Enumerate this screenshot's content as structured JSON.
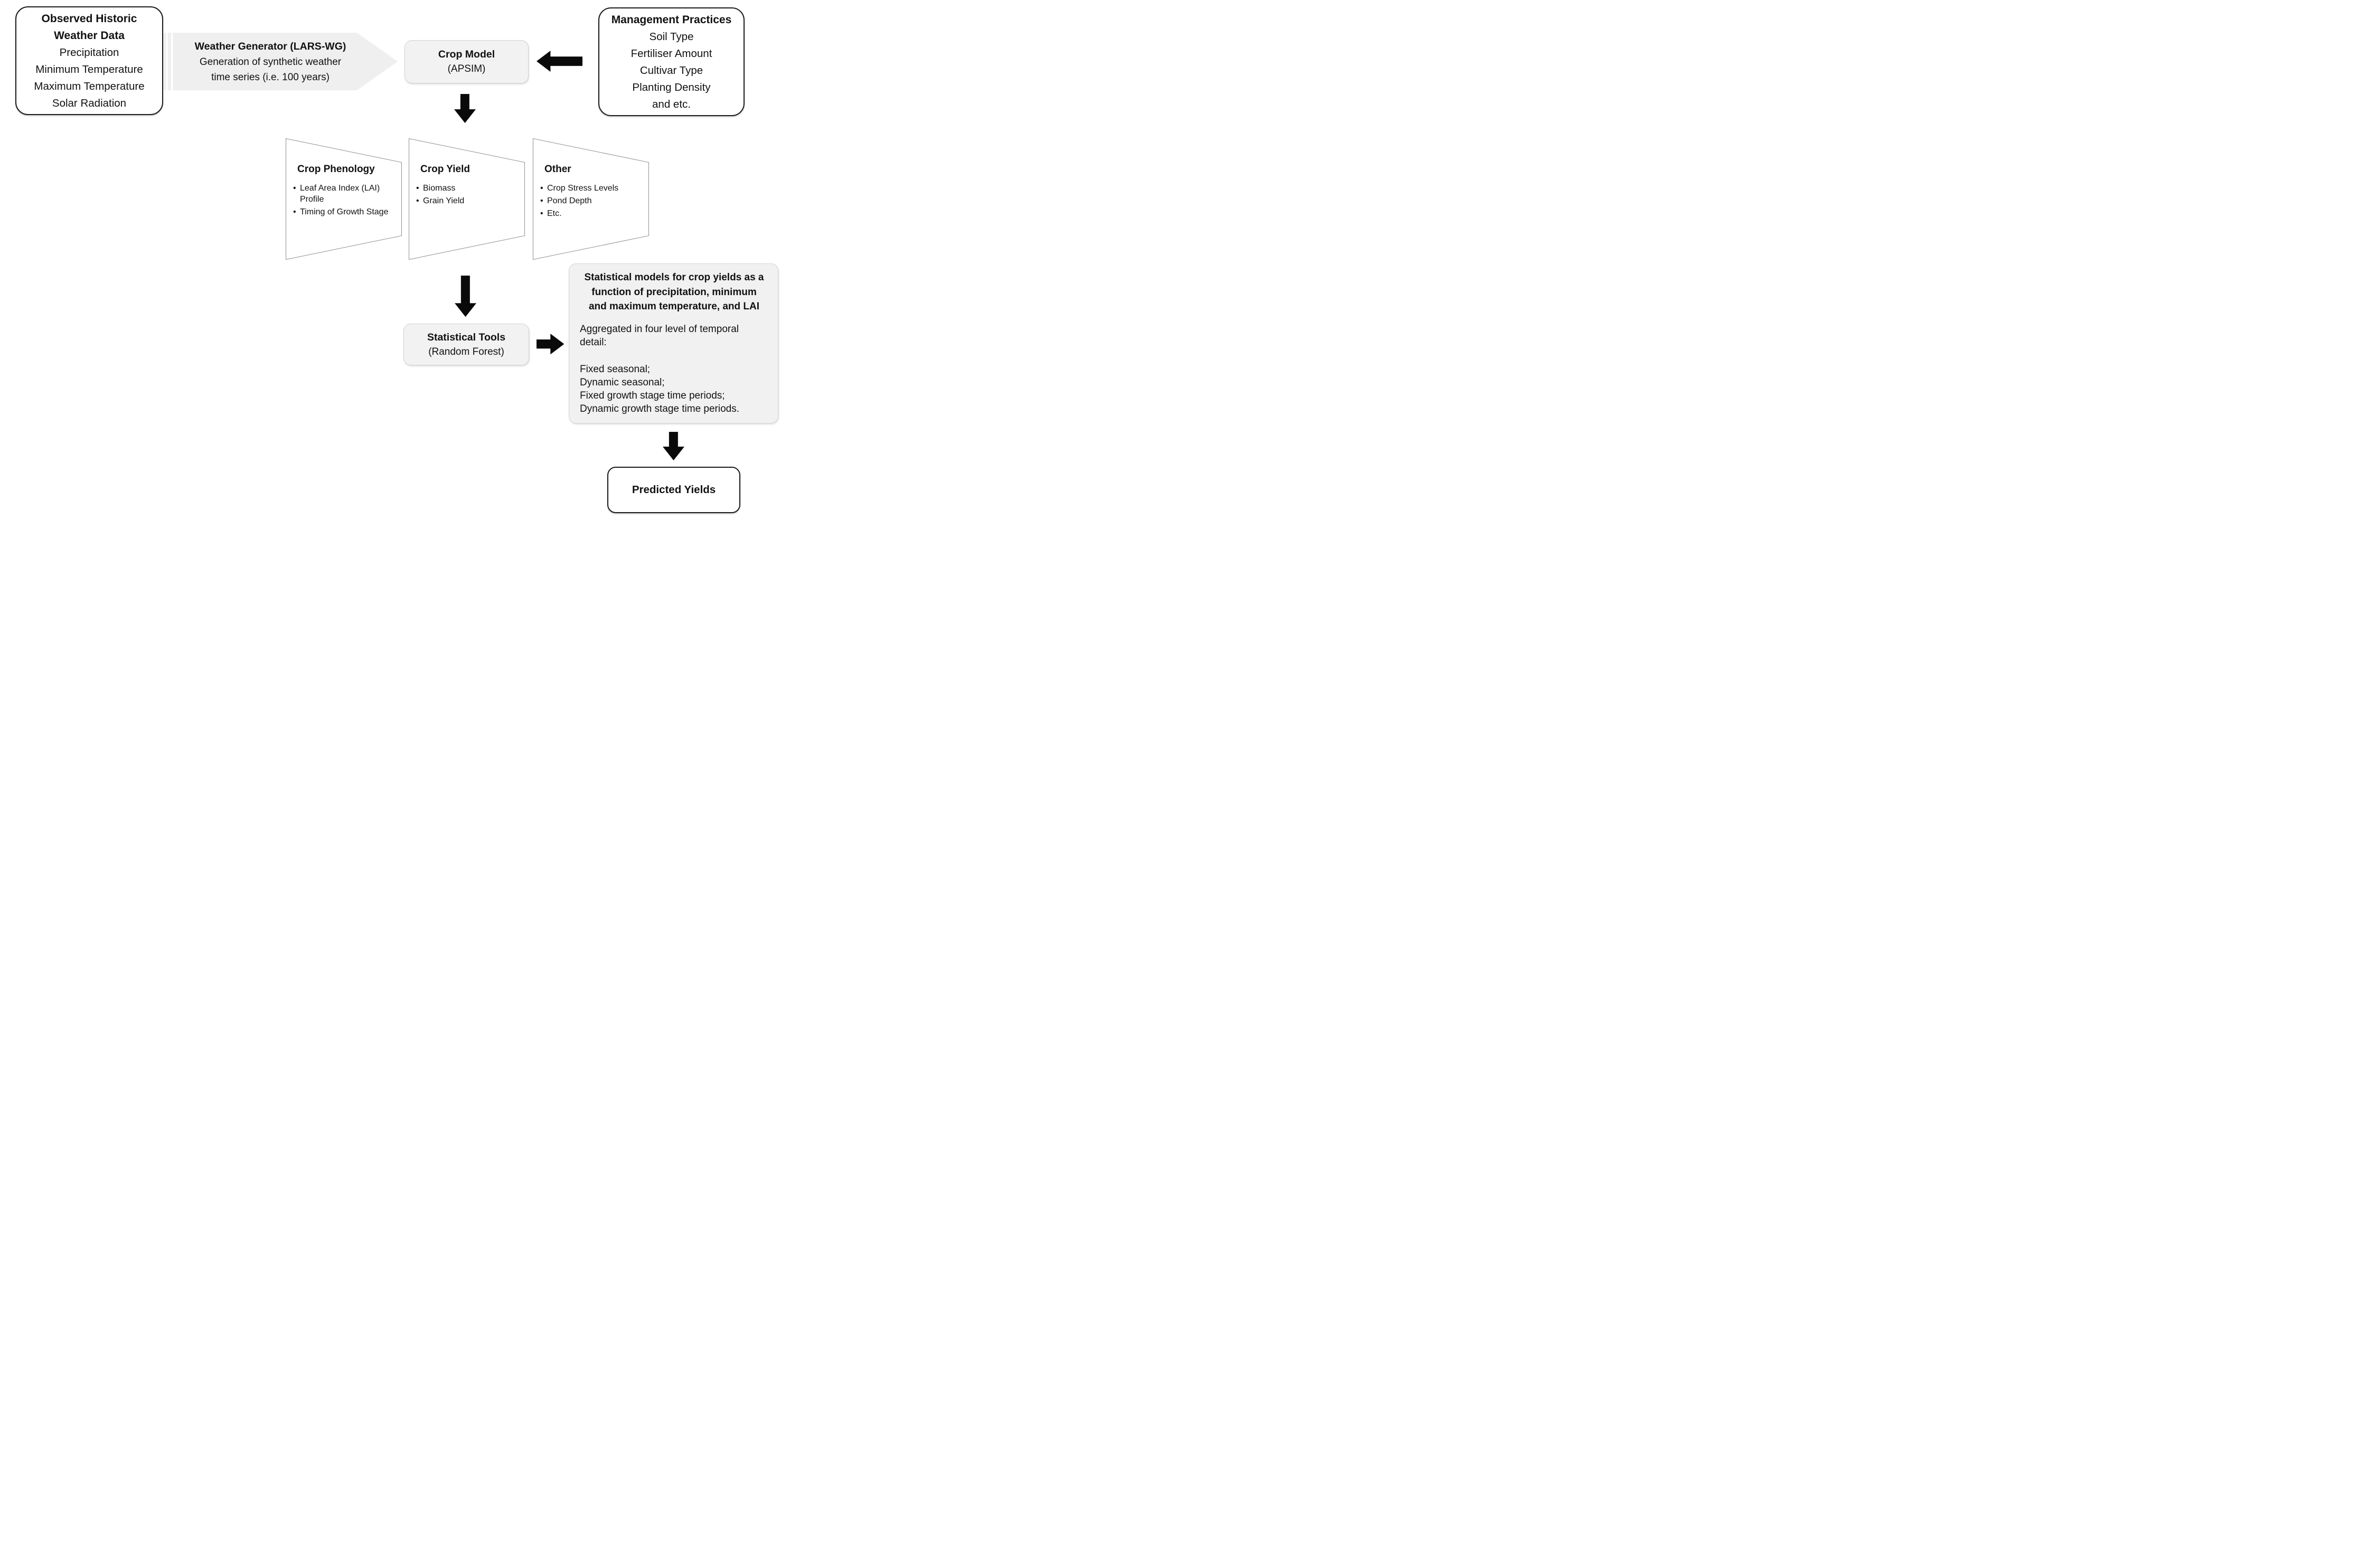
{
  "ui": {
    "bullet_char": "•"
  },
  "colors": {
    "background": "#ffffff",
    "white_box_border": "#1b1b1b",
    "gray_box_fill": "#f2f2f2",
    "gray_box_border": "#d2d2d2",
    "models_box_fill": "#f1f1f1",
    "striped_arrow_fill": "#efefef",
    "trapezoid_border": "#8f8f8f",
    "arrow_black": "#0a0a0a",
    "text": "#111111"
  },
  "observed_box": {
    "lines": [
      "Observed Historic",
      "Weather Data",
      "Precipitation",
      "Minimum Temperature",
      "Maximum Temperature",
      "Solar Radiation"
    ]
  },
  "weather_arrow": {
    "lines": [
      "Weather Generator (LARS-WG)",
      "Generation of synthetic weather",
      "time series (i.e. 100 years)"
    ]
  },
  "crop_model_box": {
    "lines": [
      "Crop Model",
      "(APSIM)"
    ]
  },
  "management_box": {
    "lines": [
      "Management Practices",
      "Soil Type",
      "Fertiliser Amount",
      "Cultivar Type",
      "Planting Density",
      "and etc."
    ]
  },
  "outputs": [
    {
      "title": "Crop Phenology",
      "bullets": [
        "Leaf Area Index (LAI) Profile",
        "Timing of Growth Stage"
      ]
    },
    {
      "title": "Crop Yield",
      "bullets": [
        "Biomass",
        "Grain Yield"
      ]
    },
    {
      "title": "Other",
      "bullets": [
        "Crop Stress Levels",
        "Pond Depth",
        "Etc."
      ]
    }
  ],
  "statistical_tools_box": {
    "lines": [
      "Statistical Tools",
      "(Random Forest)"
    ]
  },
  "models_box": {
    "title_lines": [
      "Statistical models for crop yields as a",
      "function of precipitation, minimum",
      "and maximum temperature, and LAI"
    ],
    "detail_lines": [
      "Aggregated in four level of temporal",
      "detail:"
    ],
    "levels": [
      "Fixed seasonal;",
      "Dynamic seasonal;",
      "Fixed growth stage time periods;",
      "Dynamic growth stage time periods."
    ]
  },
  "predicted_box": {
    "label": "Predicted Yields"
  }
}
